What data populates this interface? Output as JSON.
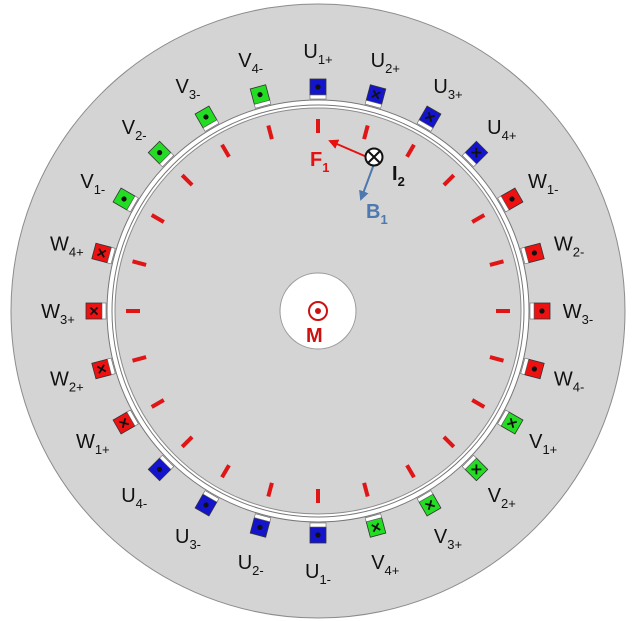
{
  "colors": {
    "background": "#ffffff",
    "stator": "#d4d4d4",
    "stator_edge": "#8c8c8c",
    "rotor": "#d4d4d4",
    "bore": "#ffffff",
    "tooth": "#e01515",
    "phase_U": "#1414cc",
    "phase_V": "#22dd22",
    "phase_W": "#ee1111",
    "F_vector": "#e61010",
    "B_vector": "#4d78b0",
    "I_marker": "#111111",
    "M_marker": "#cc1111"
  },
  "coils": [
    {
      "phase": "U",
      "index": "1",
      "sign": "+",
      "dir": "out"
    },
    {
      "phase": "U",
      "index": "2",
      "sign": "+",
      "dir": "in"
    },
    {
      "phase": "U",
      "index": "3",
      "sign": "+",
      "dir": "in"
    },
    {
      "phase": "U",
      "index": "4",
      "sign": "+",
      "dir": "in"
    },
    {
      "phase": "W",
      "index": "1",
      "sign": "-",
      "dir": "out"
    },
    {
      "phase": "W",
      "index": "2",
      "sign": "-",
      "dir": "out"
    },
    {
      "phase": "W",
      "index": "3",
      "sign": "-",
      "dir": "out"
    },
    {
      "phase": "W",
      "index": "4",
      "sign": "-",
      "dir": "out"
    },
    {
      "phase": "V",
      "index": "1",
      "sign": "+",
      "dir": "in"
    },
    {
      "phase": "V",
      "index": "2",
      "sign": "+",
      "dir": "in"
    },
    {
      "phase": "V",
      "index": "3",
      "sign": "+",
      "dir": "in"
    },
    {
      "phase": "V",
      "index": "4",
      "sign": "+",
      "dir": "in"
    },
    {
      "phase": "U",
      "index": "1",
      "sign": "-",
      "dir": "out"
    },
    {
      "phase": "U",
      "index": "2",
      "sign": "-",
      "dir": "out"
    },
    {
      "phase": "U",
      "index": "3",
      "sign": "-",
      "dir": "out"
    },
    {
      "phase": "U",
      "index": "4",
      "sign": "-",
      "dir": "out"
    },
    {
      "phase": "W",
      "index": "1",
      "sign": "+",
      "dir": "in"
    },
    {
      "phase": "W",
      "index": "2",
      "sign": "+",
      "dir": "in"
    },
    {
      "phase": "W",
      "index": "3",
      "sign": "+",
      "dir": "in"
    },
    {
      "phase": "W",
      "index": "4",
      "sign": "+",
      "dir": "in"
    },
    {
      "phase": "V",
      "index": "1",
      "sign": "-",
      "dir": "out"
    },
    {
      "phase": "V",
      "index": "2",
      "sign": "-",
      "dir": "out"
    },
    {
      "phase": "V",
      "index": "3",
      "sign": "-",
      "dir": "out"
    },
    {
      "phase": "V",
      "index": "4",
      "sign": "-",
      "dir": "out"
    }
  ],
  "vectors": {
    "F": {
      "letter": "F",
      "sub": "1"
    },
    "B": {
      "letter": "B",
      "sub": "1"
    },
    "I": {
      "letter": "I",
      "sub": "2"
    }
  },
  "center_label": "M"
}
